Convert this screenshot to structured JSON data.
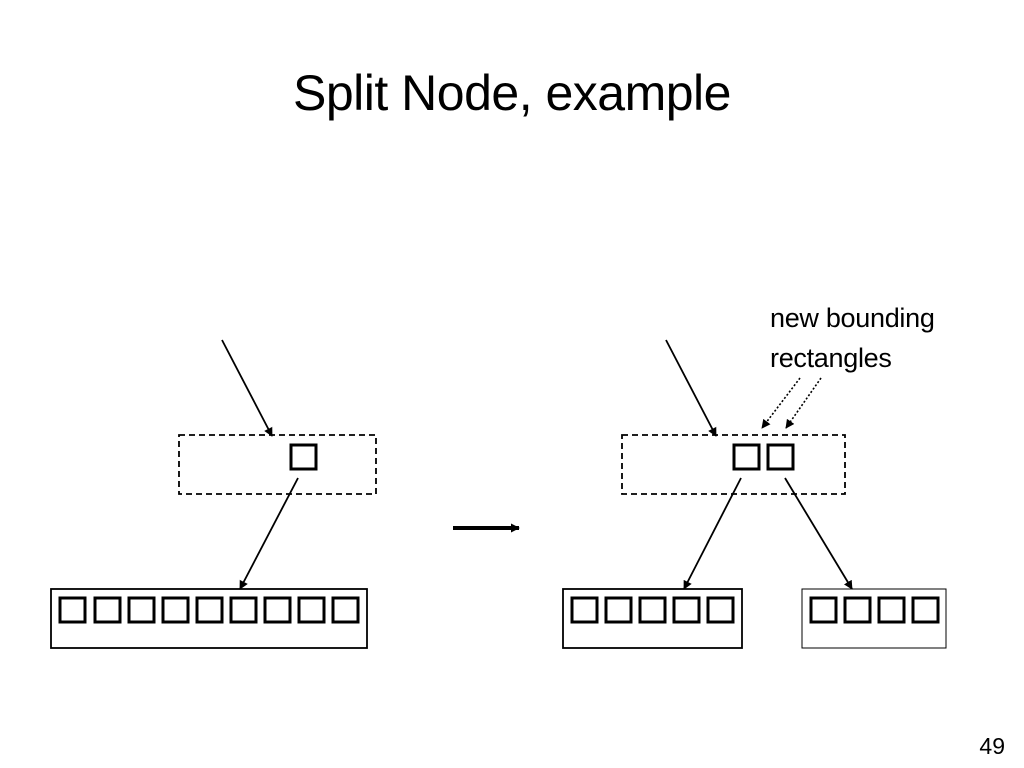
{
  "slide": {
    "title": "Split Node, example",
    "page_number": "49"
  },
  "annotation": {
    "line1": "new bounding",
    "line2": "rectangles"
  },
  "diagram": {
    "before": {
      "parent_entries": 1,
      "leaf_entries": 9
    },
    "after": {
      "parent_entries": 2,
      "left_leaf_entries": 5,
      "right_leaf_entries": 4
    }
  }
}
